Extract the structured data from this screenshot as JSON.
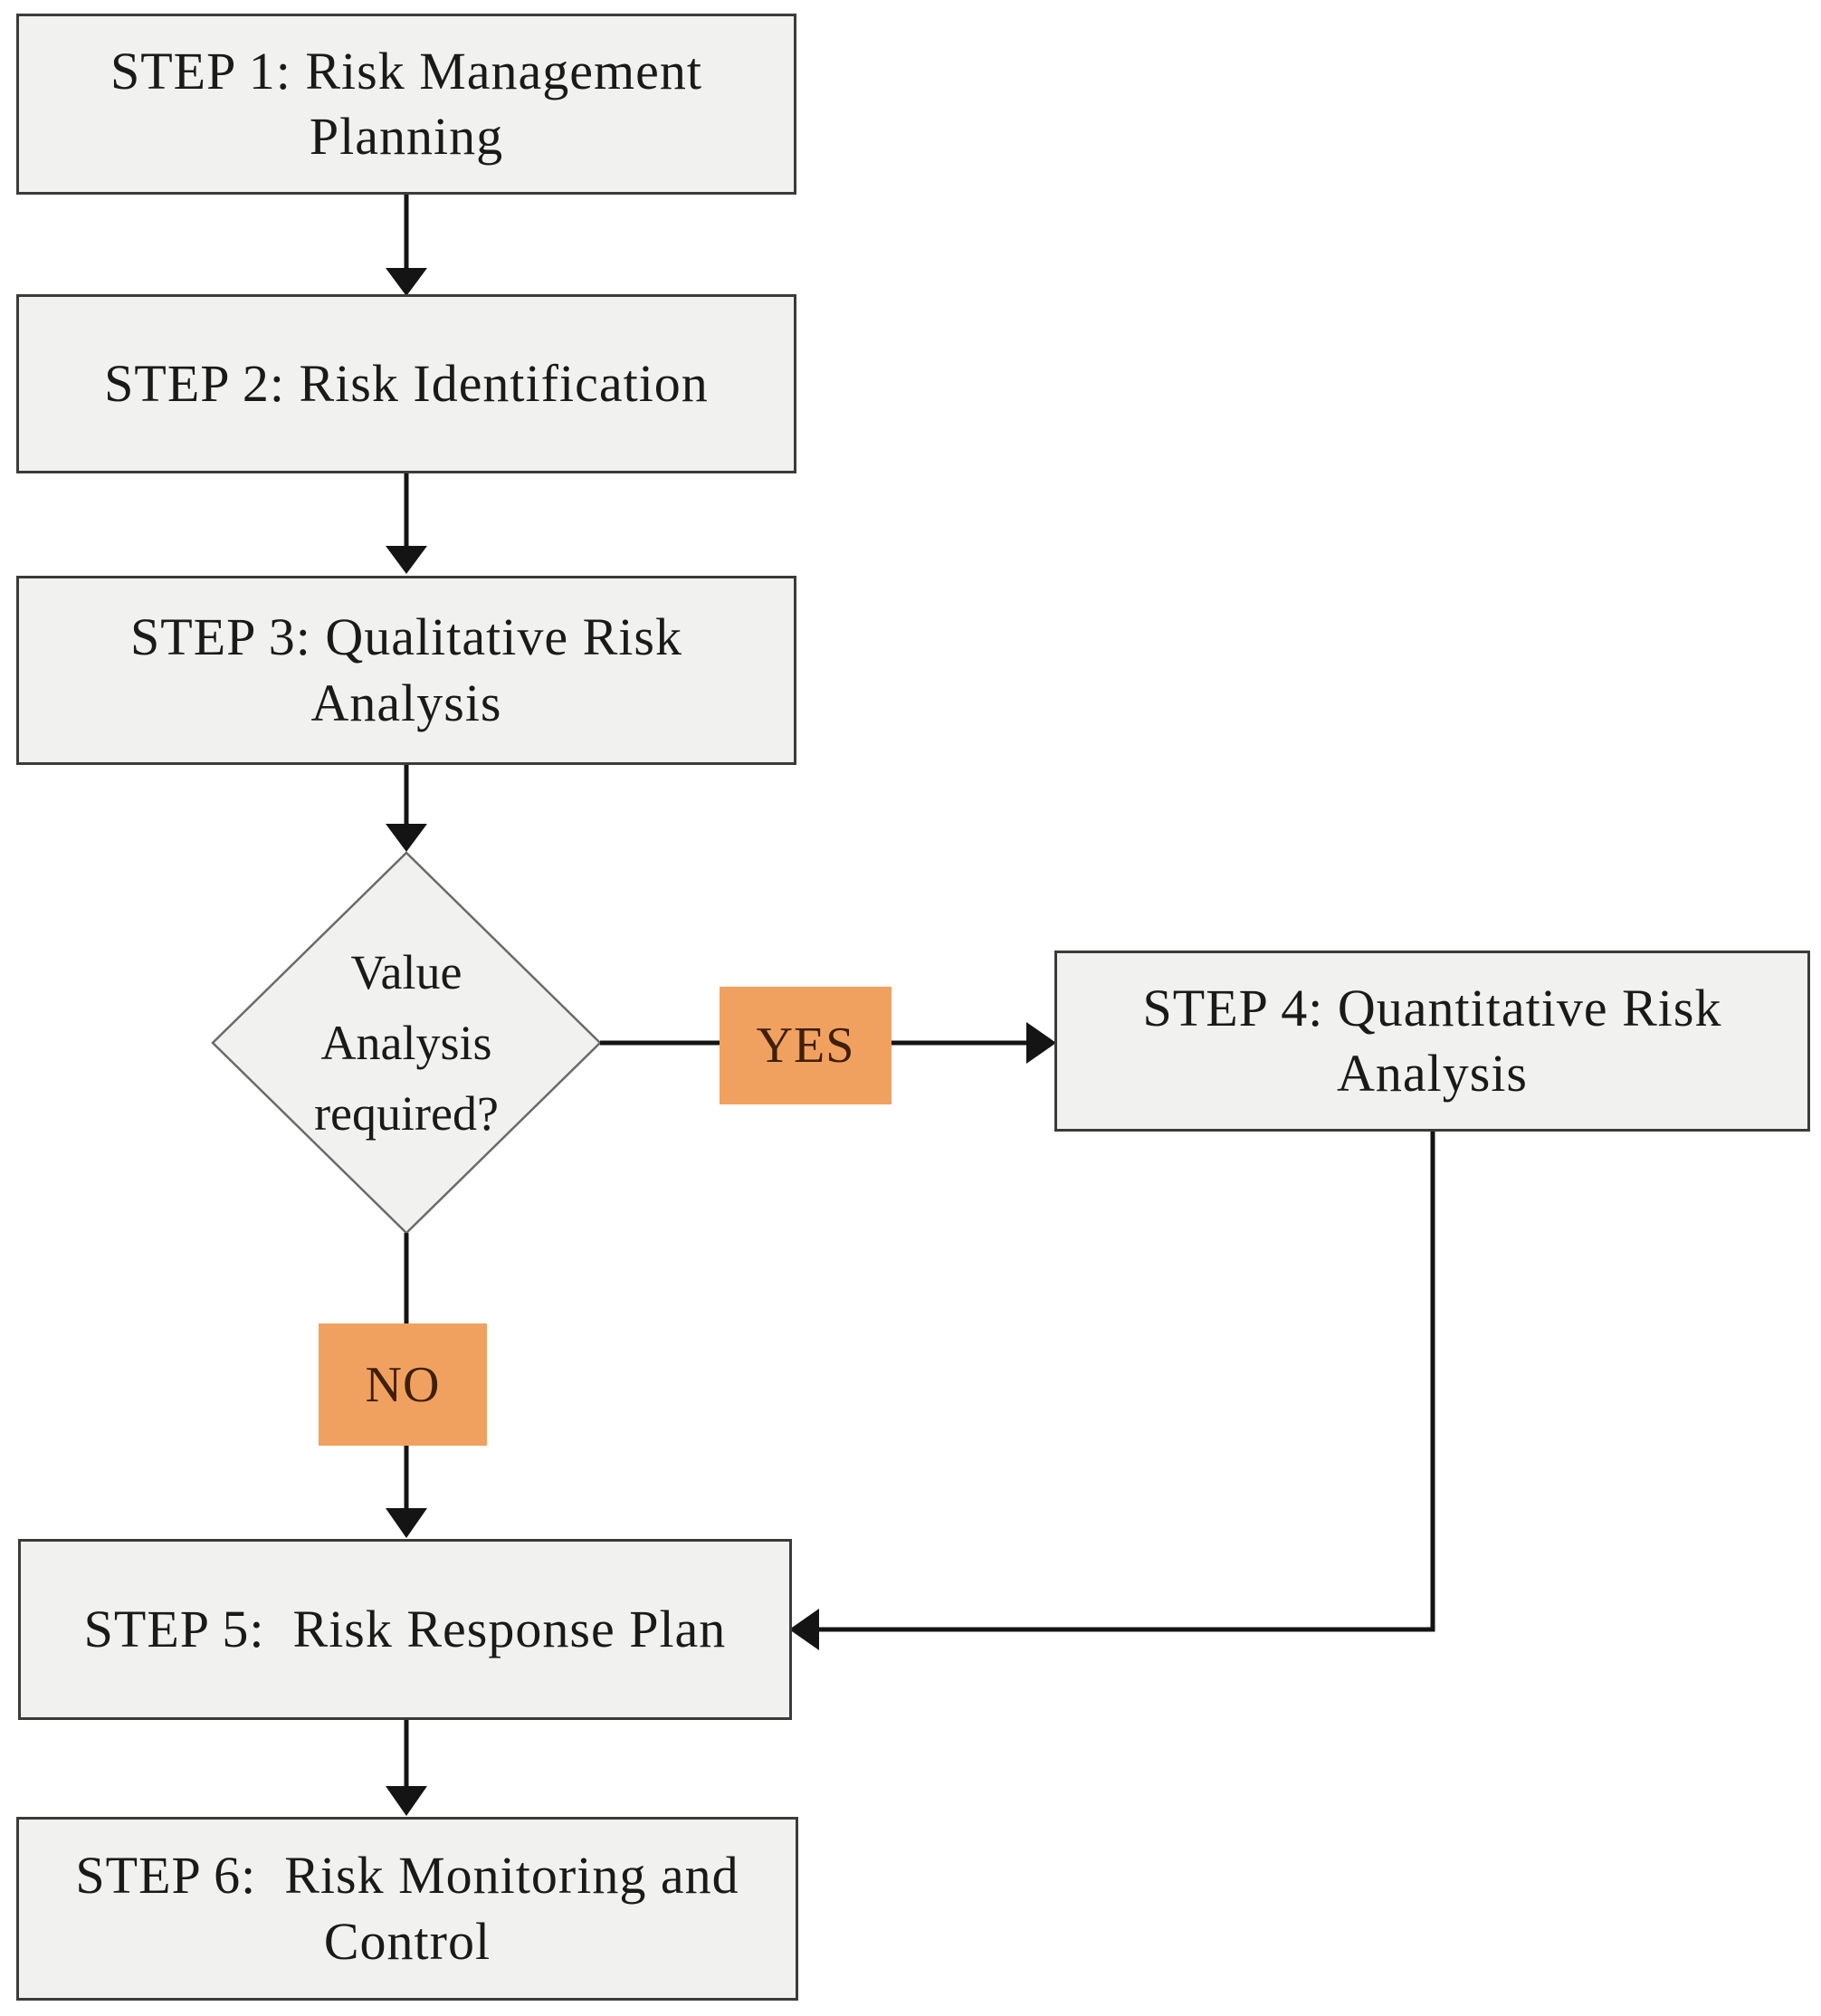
{
  "flowchart": {
    "steps": [
      {
        "lines": [
          "STEP 1: Risk Management",
          "Planning"
        ]
      },
      {
        "lines": [
          "STEP 2: Risk Identification"
        ]
      },
      {
        "lines": [
          "STEP 3: Qualitative Risk",
          "Analysis"
        ]
      },
      {
        "lines": [
          "STEP 4: Quantitative Risk",
          "Analysis"
        ]
      },
      {
        "lines": [
          "STEP 5:  Risk Response Plan"
        ]
      },
      {
        "lines": [
          "STEP 6:  Risk Monitoring and",
          "Control"
        ]
      }
    ],
    "decision": {
      "lines": [
        "Value",
        "Analysis",
        "required?"
      ]
    },
    "branch_labels": {
      "yes": "YES",
      "no": "NO"
    },
    "colors": {
      "box_fill": "#f1f1ef",
      "box_border": "#3b3b3b",
      "diamond_border": "#6a6a6a",
      "connector": "#141414",
      "branch_fill": "#f0a160",
      "branch_text": "#3f1f08",
      "text": "#1a1a1a"
    }
  }
}
